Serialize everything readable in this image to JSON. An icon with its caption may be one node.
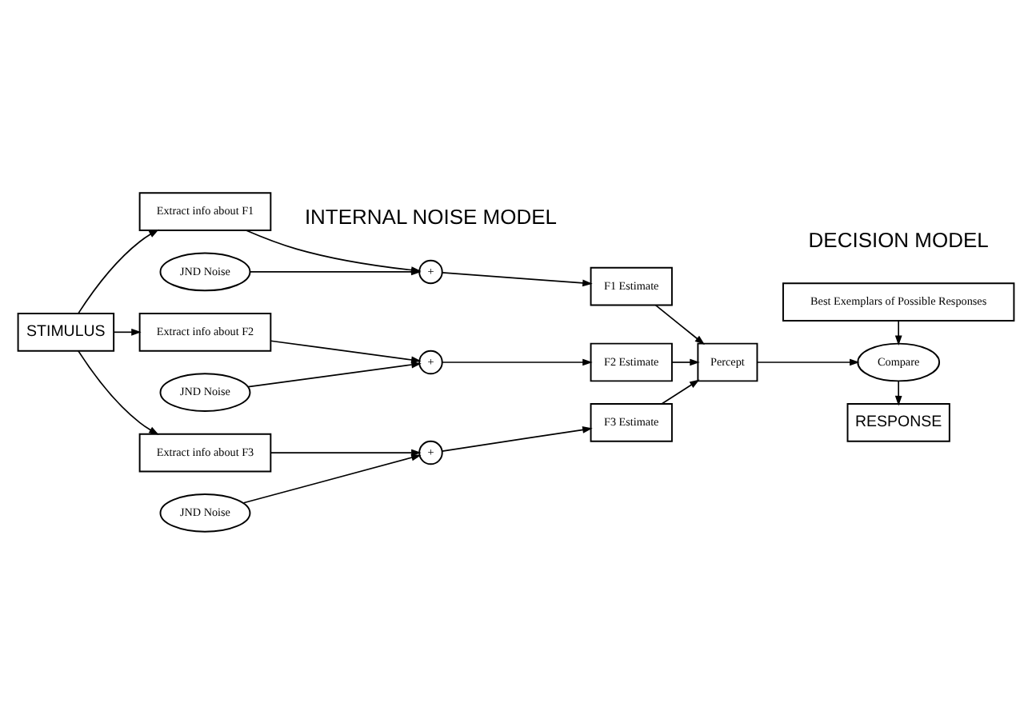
{
  "diagram": {
    "nodes": [
      {
        "text": [
          "STIMULUS"
        ]
      },
      {
        "text": [
          "JND Noise"
        ]
      },
      {
        "text": [
          "Extract info about F1"
        ]
      },
      {
        "text": [
          "+"
        ]
      },
      {
        "text": [
          "F1 Estimate"
        ]
      },
      {
        "text": [
          "JND Noise"
        ]
      },
      {
        "text": [
          "Extract info about F2"
        ]
      },
      {
        "text": [
          "+"
        ]
      },
      {
        "text": [
          "F2 Estimate"
        ]
      },
      {
        "text": [
          "JND Noise"
        ]
      },
      {
        "text": [
          "Extract info about F3"
        ]
      },
      {
        "text": [
          "+"
        ]
      },
      {
        "text": [
          "F3 Estimate"
        ]
      },
      {
        "text": [
          "Percept"
        ]
      },
      {
        "text": [
          "Best Exemplars of Possible Responses"
        ]
      },
      {
        "text": [
          "Compare"
        ]
      },
      {
        "text": [
          "RESPONSE"
        ]
      }
    ],
    "edges": [
      {
        "from": 0,
        "to": 2,
        "arrow": "to"
      },
      {
        "from": 0,
        "to": 6,
        "arrow": "to"
      },
      {
        "from": 0,
        "to": 10,
        "arrow": "to"
      },
      {
        "from": 1,
        "to": 3,
        "arrow": "to"
      },
      {
        "from": 2,
        "to": 3,
        "arrow": "to"
      },
      {
        "from": 3,
        "to": 4,
        "arrow": "to"
      },
      {
        "from": 5,
        "to": 7,
        "arrow": "to"
      },
      {
        "from": 6,
        "to": 7,
        "arrow": "to"
      },
      {
        "from": 7,
        "to": 8,
        "arrow": "to"
      },
      {
        "from": 9,
        "to": 11,
        "arrow": "to"
      },
      {
        "from": 10,
        "to": 11,
        "arrow": "to"
      },
      {
        "from": 11,
        "to": 12,
        "arrow": "to"
      },
      {
        "from": 4,
        "to": 13,
        "arrow": "to"
      },
      {
        "from": 8,
        "to": 13,
        "arrow": "to"
      },
      {
        "from": 12,
        "to": 13,
        "arrow": "to"
      },
      {
        "from": 13,
        "to": 15,
        "arrow": "to"
      },
      {
        "from": 14,
        "to": 15,
        "arrow": "to"
      },
      {
        "from": 15,
        "to": 16,
        "arrow": "to"
      }
    ],
    "labels": [
      "INTERNAL NOISE MODEL",
      "DECISION MODEL"
    ]
  }
}
